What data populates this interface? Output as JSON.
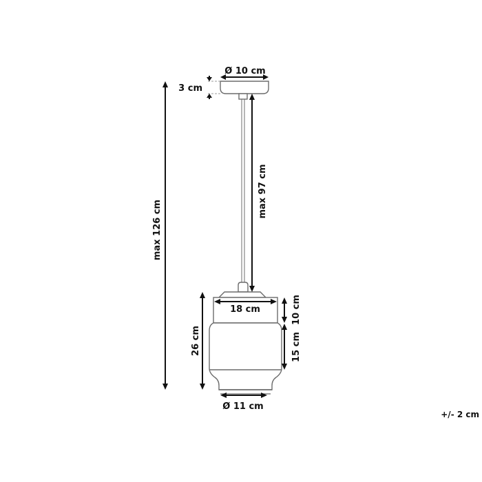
{
  "diagram": {
    "type": "product-dimension-drawing",
    "subject": "pendant lamp",
    "dimensions": {
      "canopy_diameter": "Ø 10 cm",
      "canopy_height": "3 cm",
      "total_height": "max 126 cm",
      "cord_length": "max 97 cm",
      "shade_width": "18 cm",
      "shade_height": "26 cm",
      "shade_upper_height": "10 cm",
      "shade_lower_height": "15 cm",
      "bottom_opening_diameter": "Ø 11 cm"
    },
    "tolerance": "+/- 2 cm"
  },
  "colors": {
    "line": "#111111",
    "outline": "#6b6b6b",
    "background": "#ffffff"
  }
}
